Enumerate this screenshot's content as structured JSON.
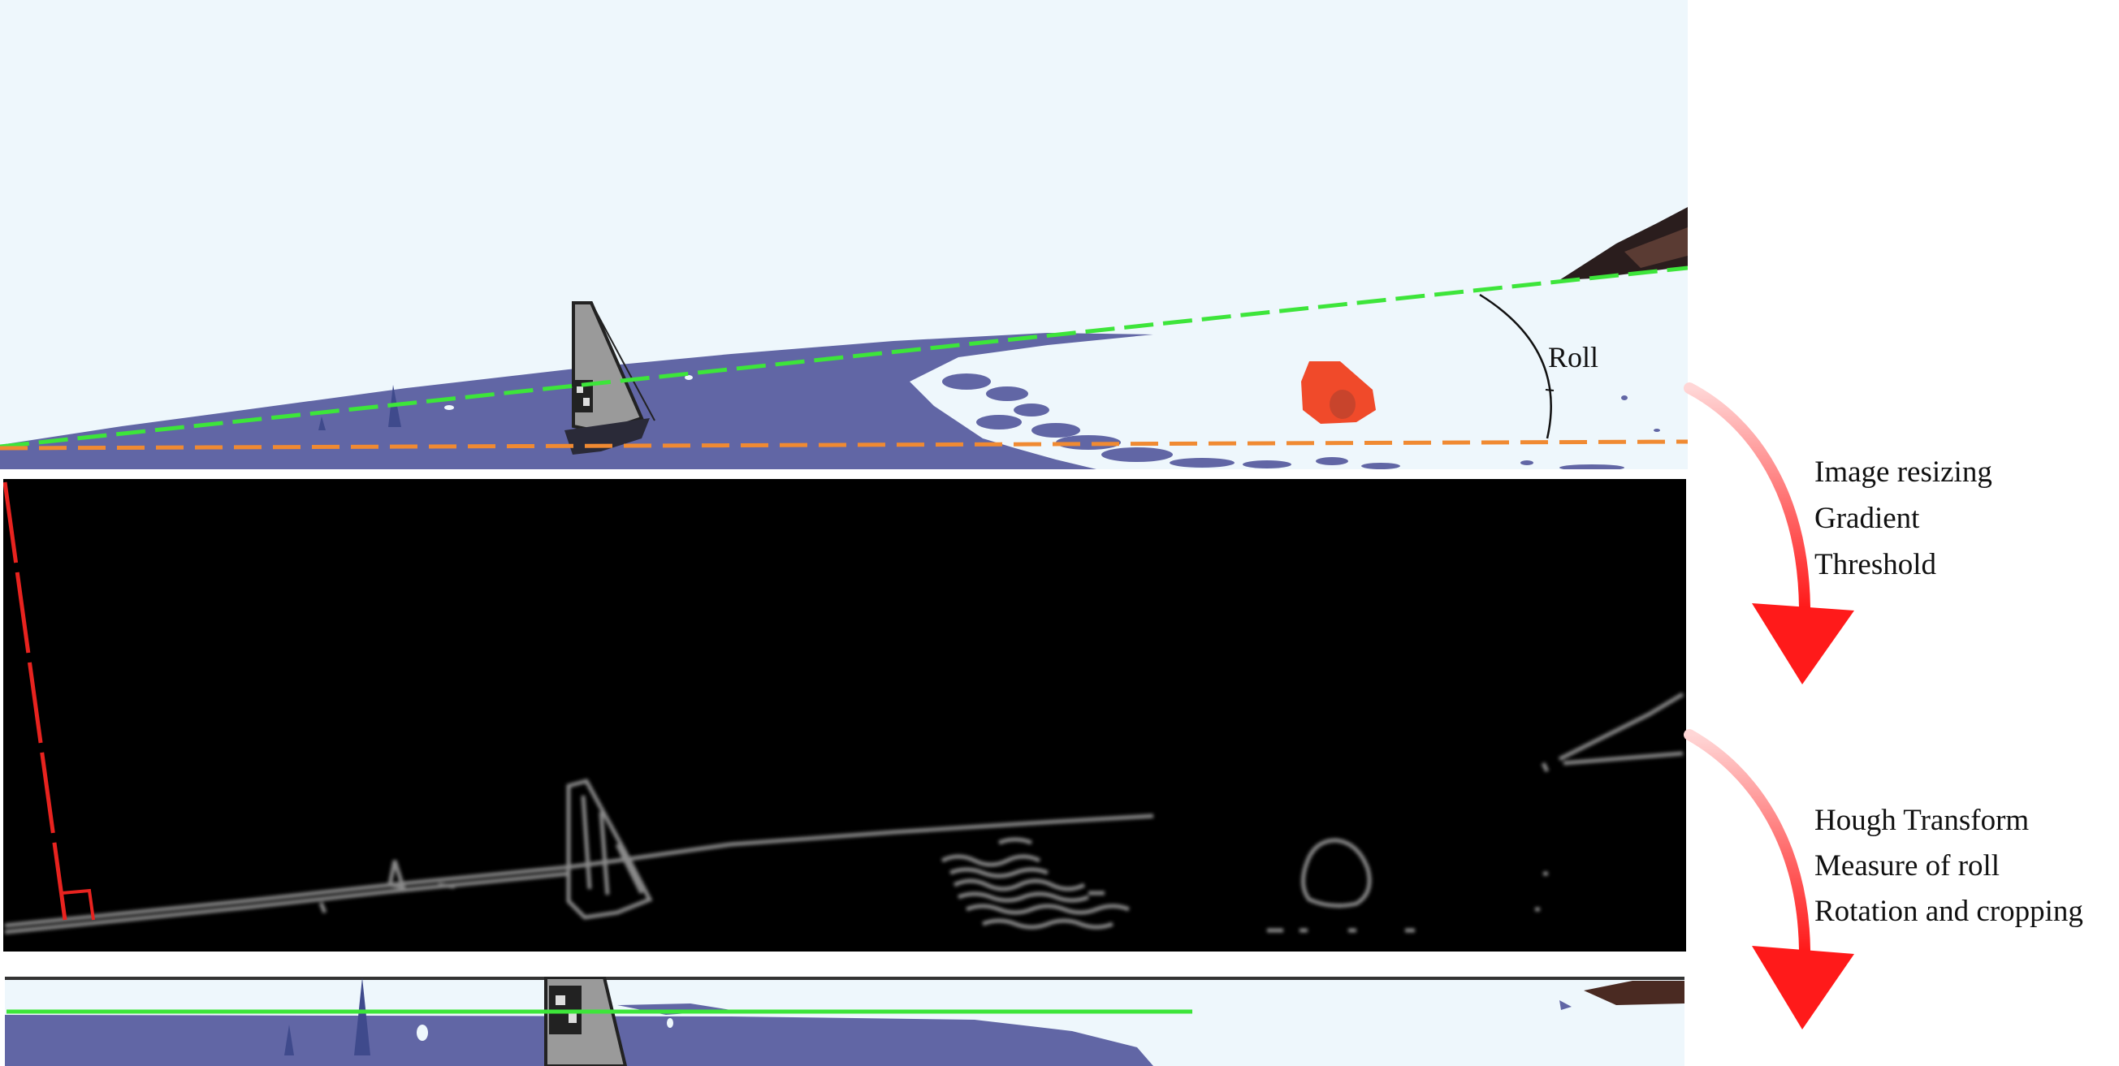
{
  "labels": {
    "roll": "Roll",
    "step1": [
      "Image resizing",
      "Gradient",
      "Threshold"
    ],
    "step2": [
      "Hough Transform",
      "Measure of roll",
      "Rotation and cropping"
    ]
  },
  "colors": {
    "sky": "#eef7fc",
    "water": "#6166a5",
    "horizon_detected": "#3de53a",
    "reference_level": "#f08a32",
    "normal_line": "#e8231f",
    "arrow": "#ff2a2a",
    "buoy": "#f04a2a",
    "edge_background": "#000000"
  }
}
